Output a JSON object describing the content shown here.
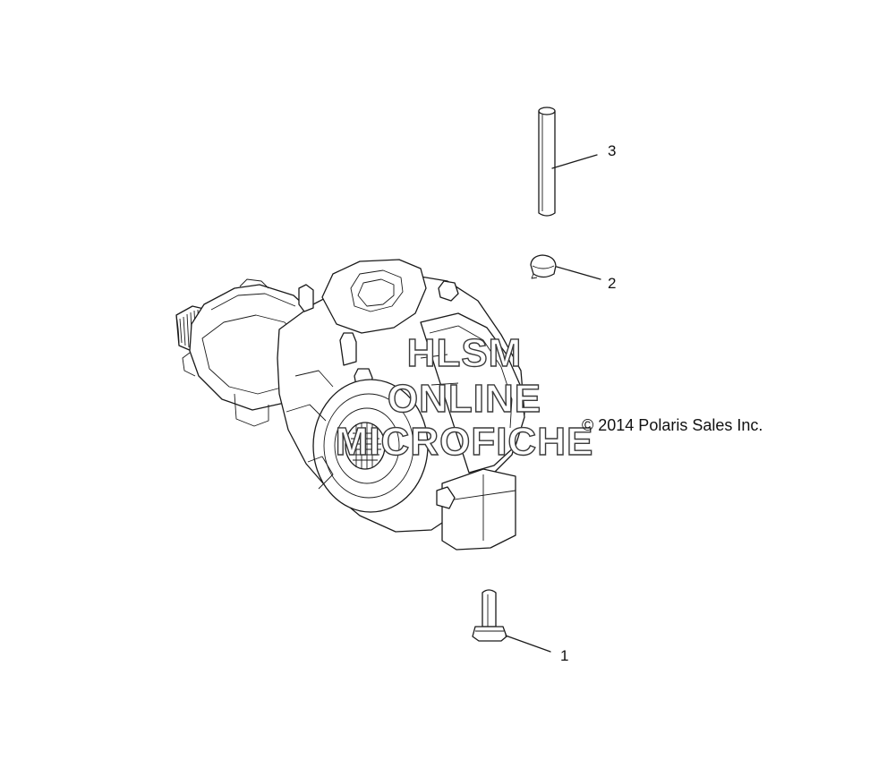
{
  "callouts": [
    {
      "number": "1",
      "part": "bolt"
    },
    {
      "number": "2",
      "part": "hose-clamp"
    },
    {
      "number": "3",
      "part": "vent-hose"
    }
  ],
  "copyright": "© 2014 Polaris Sales Inc.",
  "watermark": {
    "line1": "HLSM",
    "line2": "ONLINE",
    "line3": "MICROFICHE"
  },
  "icons": [
    "gearcase-assembly",
    "bolt",
    "hose-clamp",
    "vent-hose"
  ]
}
